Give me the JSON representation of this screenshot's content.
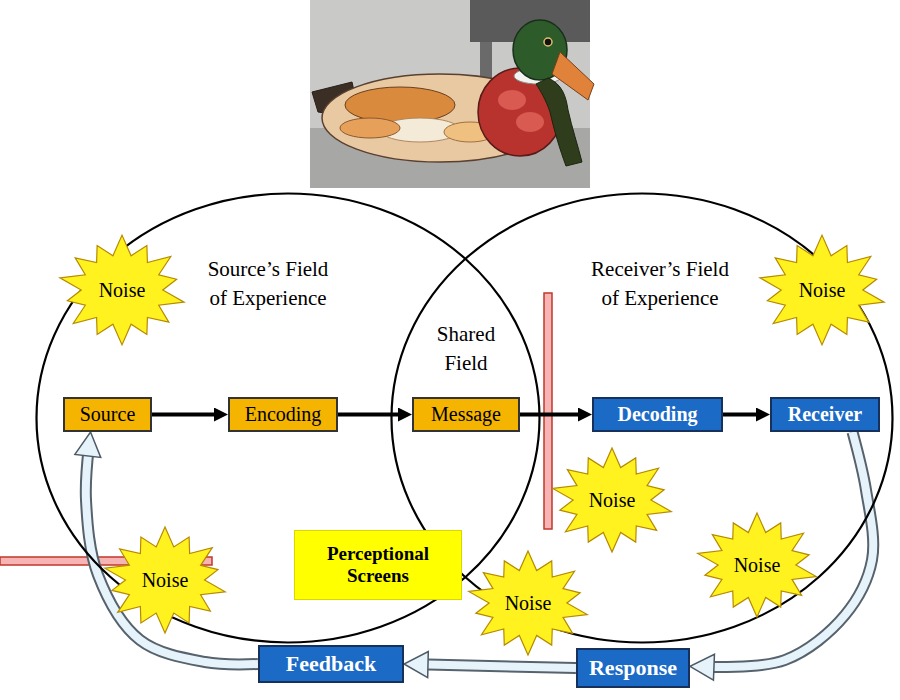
{
  "diagram": {
    "nodes": [
      {
        "text": [
          "Source’s Field of Experience"
        ]
      },
      {
        "text": [
          "Noise"
        ],
        "in": 0
      },
      {
        "text": [
          "Receiver’s Field of Experience"
        ]
      },
      {
        "text": [
          "Noise"
        ],
        "in": 2
      },
      {
        "text": [
          "Source"
        ],
        "in": 0
      },
      {
        "text": [
          "Encoding"
        ],
        "in": 0
      },
      {
        "text": [
          "Message"
        ],
        "in": 0
      },
      {
        "text": [
          "Decoding"
        ],
        "in": 2
      },
      {
        "text": [
          "Receiver"
        ],
        "in": 2
      },
      {
        "text": [
          "Noise"
        ],
        "in": 2
      },
      {
        "text": [
          "Perceptional Screens"
        ]
      },
      {
        "text": [
          "Noise"
        ],
        "in": 2
      },
      {
        "text": [
          "Noise"
        ]
      },
      {
        "text": [
          "Noise"
        ]
      },
      {
        "text": [
          "Feedback"
        ]
      },
      {
        "text": [
          "Response"
        ]
      }
    ],
    "edges": [
      {
        "from": 4,
        "to": 5,
        "arrow": "to"
      },
      {
        "from": 5,
        "to": 6,
        "arrow": "to"
      },
      {
        "from": 6,
        "to": 7,
        "arrow": "to"
      },
      {
        "from": 7,
        "to": 8,
        "arrow": "to"
      },
      {
        "from": 8,
        "to": 15,
        "arrow": "to"
      },
      {
        "from": 15,
        "to": 14,
        "arrow": "to"
      },
      {
        "from": 14,
        "to": 4,
        "arrow": "to"
      }
    ],
    "labels": [
      "Shared Field"
    ]
  }
}
